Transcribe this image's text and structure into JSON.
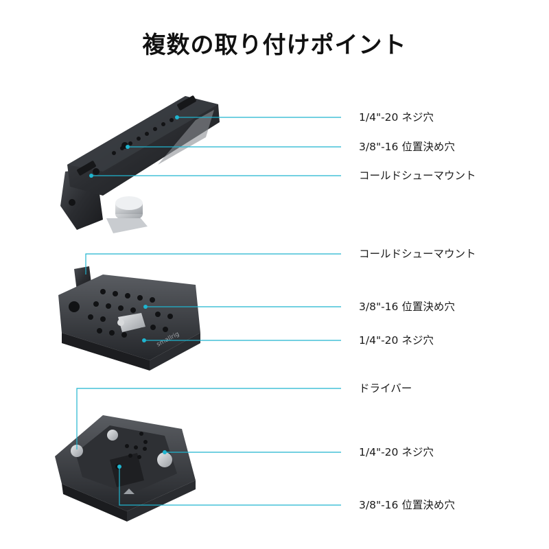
{
  "title": "複数の取り付けポイント",
  "brand_mark": "smallrig",
  "accent_color": "#1fb5cf",
  "sections": {
    "top_handle": {
      "labels": [
        "1/4\"-20 ネジ穴",
        "3/8\"-16 位置決め穴",
        "コールドシューマウント"
      ]
    },
    "mount_plate": {
      "labels": [
        "コールドシューマウント",
        "3/8\"-16 位置決め穴",
        "1/4\"-20 ネジ穴"
      ]
    },
    "base_plate": {
      "labels": [
        "ドライバー",
        "1/4\"-20 ネジ穴",
        "3/8\"-16 位置決め穴"
      ]
    }
  }
}
